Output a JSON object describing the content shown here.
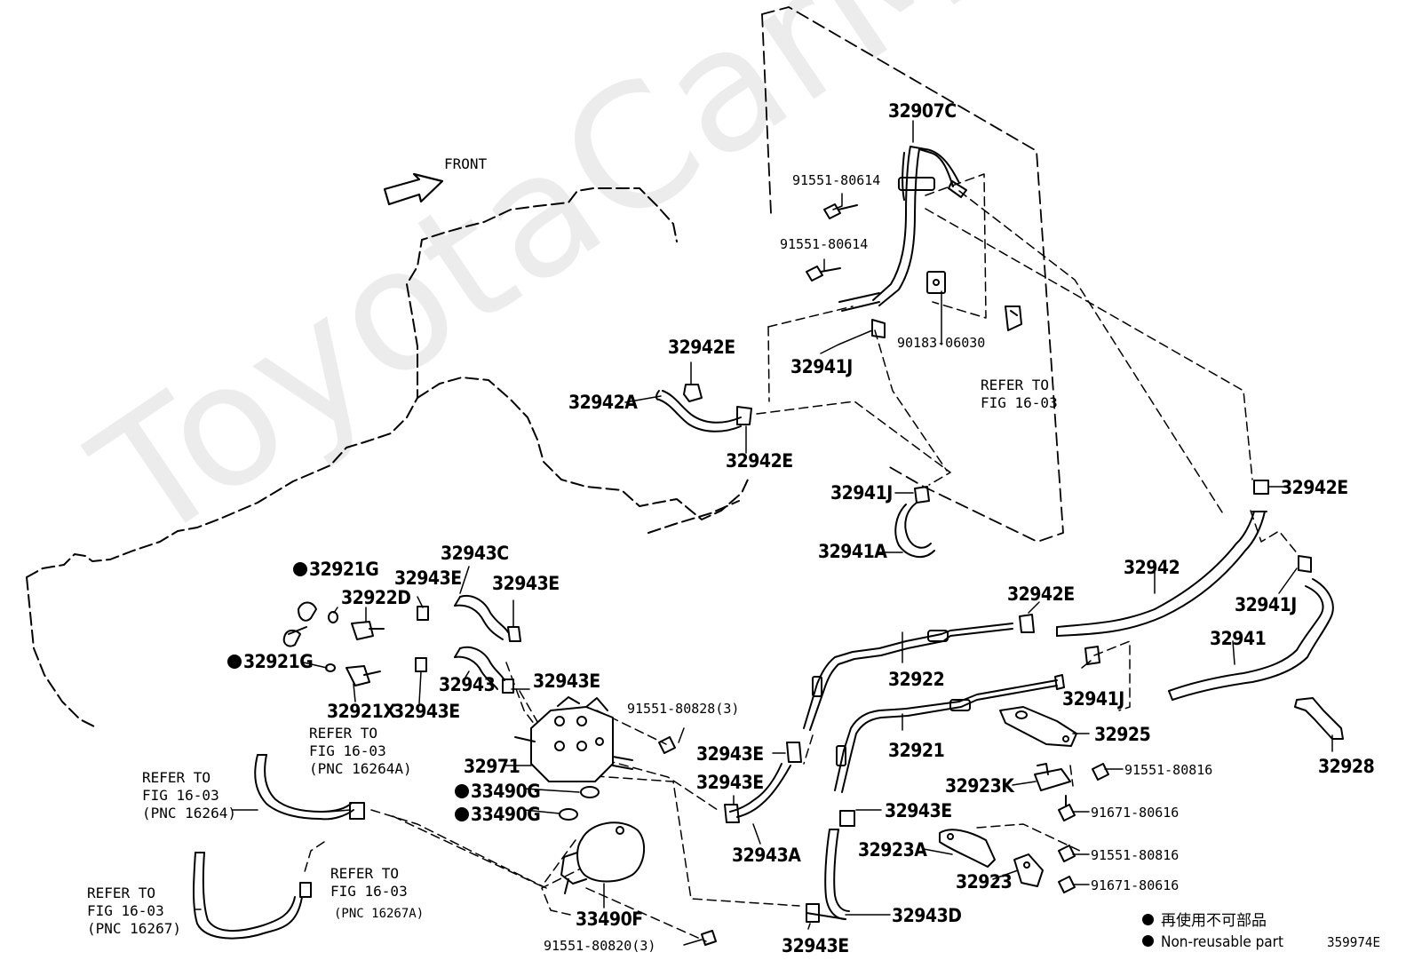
{
  "watermark": "ToyotaCarMine.ru",
  "front_label": "FRONT",
  "figure_id": "359974E",
  "legend": {
    "items": [
      {
        "symbol": "●",
        "text": "再使用不可部品"
      },
      {
        "symbol": "●",
        "text": "Non-reusable part"
      }
    ]
  },
  "parts": {
    "p32907C": "32907C",
    "p91551_80614_a": "91551-80614",
    "p91551_80614_b": "91551-80614",
    "p90183_06030": "90183-06030",
    "p32941J_top": "32941J",
    "p32942E_top": "32942E",
    "p32942A": "32942A",
    "p32942E_mid": "32942E",
    "p32941J_mid": "32941J",
    "p32941A": "32941A",
    "p32942E_right": "32942E",
    "p32942": "32942",
    "p32942E_center": "32942E",
    "p32941J_right": "32941J",
    "p32941": "32941",
    "p32941J_low": "32941J",
    "p32922": "32922",
    "p32921": "32921",
    "p32925": "32925",
    "p32928": "32928",
    "p91551_80816_a": "91551-80816",
    "p32923K": "32923K",
    "p91671_80616_a": "91671-80616",
    "p32943E_lowmid": "32943E",
    "p32923A": "32923A",
    "p91551_80816_b": "91551-80816",
    "p32923": "32923",
    "p91671_80616_b": "91671-80616",
    "p32943D": "32943D",
    "p32943E_bottom": "32943E",
    "p32943E_c1": "32943E",
    "p32943E_c2": "32943E",
    "p32943A": "32943A",
    "p91551_80828": "91551-80828(3)",
    "p32971": "32971",
    "p33490G_a": "33490G",
    "p33490G_b": "33490G",
    "p33490F": "33490F",
    "p91551_80820": "91551-80820(3)",
    "p32921G_a": "32921G",
    "p32922D": "32922D",
    "p32943E_l1": "32943E",
    "p32943C": "32943C",
    "p32943E_l2": "32943E",
    "p32921G_b": "32921G",
    "p32943": "32943",
    "p32943E_l3": "32943E",
    "p32921X": "32921X",
    "p32943E_l4": "32943E"
  },
  "refs": {
    "ref_top": "REFER TO\nFIG 16-03",
    "ref_16264A": "REFER TO\nFIG 16-03\n(PNC 16264A)",
    "ref_16264": "REFER TO\nFIG 16-03\n(PNC 16264)",
    "ref_16267A_head": "REFER TO\nFIG 16-03",
    "ref_16267A_pnc": "(PNC 16267A)",
    "ref_16267": "REFER TO\nFIG 16-03\n(PNC 16267)"
  }
}
